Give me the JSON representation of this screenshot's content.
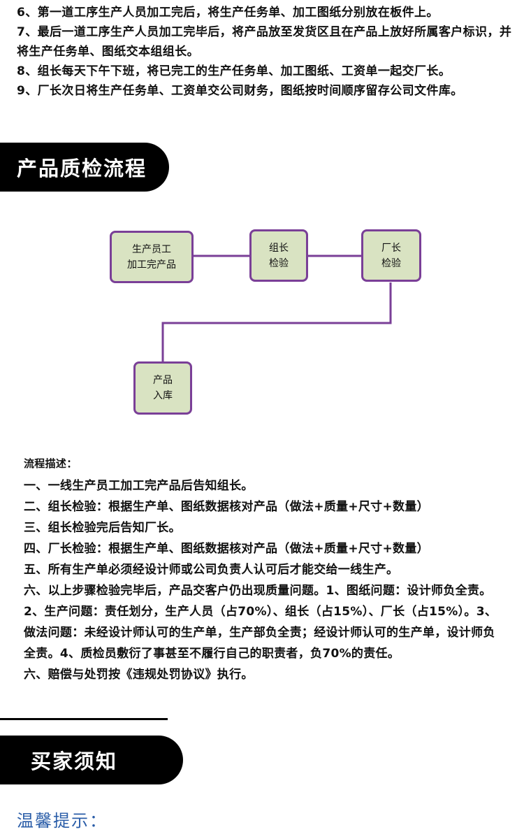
{
  "intro": [
    "6、第一道工序生产人员加工完后，将生产任务单、加工图纸分别放在板件上。",
    "7、最后一道工序生产人员加工完毕后，将产品放至发货区且在产品上放好所属客户标识，并将生产任务单、图纸交本组组长。",
    "8、组长每天下午下班，将已完工的生产任务单、加工图纸、工资单一起交厂长。",
    "9、厂长次日将生产任务单、工资单交公司财务，图纸按时间顺序留存公司文件库。"
  ],
  "section1": {
    "title": "产品质检流程"
  },
  "flow": {
    "box1": {
      "line1": "生产员工",
      "line2": "加工完产品"
    },
    "box2": {
      "line1": "组长",
      "line2": "检验"
    },
    "box3": {
      "line1": "厂长",
      "line2": "检验"
    },
    "box4": {
      "line1": "产品",
      "line2": "入库"
    },
    "colors": {
      "box_fill": "#d9e3c2",
      "box_border": "#7a3f97",
      "connector": "#7a3f97"
    }
  },
  "description": {
    "title": "流程描述：",
    "items": [
      "一、一线生产员工加工完产品后告知组长。",
      "二、组长检验：根据生产单、图纸数据核对产品（做法+质量+尺寸+数量）",
      "三、组长检验完后告知厂长。",
      "四、厂长检验：根据生产单、图纸数据核对产品（做法+质量+尺寸+数量）",
      "五、所有生产单必须经设计师或公司负责人认可后才能交给一线生产。",
      "六、以上步骤检验完毕后，产品交客户仍出现质量问题。1、图纸问题：设计师负全责。2、生产问题：责任划分，生产人员（占70%）、组长（占15%）、厂长（占15%）。3、做法问题：未经设计师认可的生产单，生产部负全责；经设计师认可的生产单，设计师负全责。4、质检员敷衍了事甚至不履行自己的职责者，负70%的责任。",
      "六、赔偿与处罚按《违规处罚协议》执行。"
    ]
  },
  "section2": {
    "title": "买家须知"
  },
  "tip": {
    "title": "温馨提示："
  }
}
